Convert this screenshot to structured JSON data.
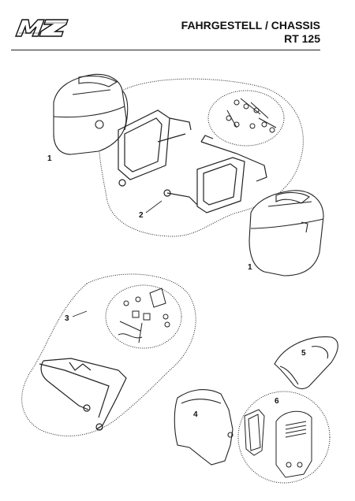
{
  "header": {
    "logo_text": "MZ",
    "title_line1": "FAHRGESTELL / CHASSIS",
    "title_line2": "RT 125"
  },
  "callouts": {
    "c1a": "1",
    "c1b": "1",
    "c2": "2",
    "c3": "3",
    "c4": "4",
    "c5": "5",
    "c6": "6"
  }
}
